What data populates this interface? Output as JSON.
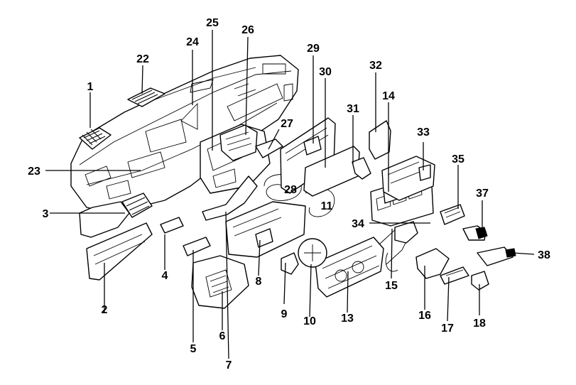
{
  "callouts": [
    {
      "id": "1",
      "label": "1"
    },
    {
      "id": "2",
      "label": "2"
    },
    {
      "id": "3",
      "label": "3"
    },
    {
      "id": "4",
      "label": "4"
    },
    {
      "id": "5",
      "label": "5"
    },
    {
      "id": "6",
      "label": "6"
    },
    {
      "id": "7",
      "label": "7"
    },
    {
      "id": "8",
      "label": "8"
    },
    {
      "id": "9",
      "label": "9"
    },
    {
      "id": "10",
      "label": "10"
    },
    {
      "id": "11",
      "label": "11"
    },
    {
      "id": "13",
      "label": "13"
    },
    {
      "id": "14",
      "label": "14"
    },
    {
      "id": "15",
      "label": "15"
    },
    {
      "id": "16",
      "label": "16"
    },
    {
      "id": "17",
      "label": "17"
    },
    {
      "id": "18",
      "label": "18"
    },
    {
      "id": "22",
      "label": "22"
    },
    {
      "id": "23",
      "label": "23"
    },
    {
      "id": "24",
      "label": "24"
    },
    {
      "id": "25",
      "label": "25"
    },
    {
      "id": "26",
      "label": "26"
    },
    {
      "id": "27",
      "label": "27"
    },
    {
      "id": "28",
      "label": "28"
    },
    {
      "id": "29",
      "label": "29"
    },
    {
      "id": "30",
      "label": "30"
    },
    {
      "id": "31",
      "label": "31"
    },
    {
      "id": "32",
      "label": "32"
    },
    {
      "id": "33",
      "label": "33"
    },
    {
      "id": "34",
      "label": "34"
    },
    {
      "id": "35",
      "label": "35"
    },
    {
      "id": "37",
      "label": "37"
    },
    {
      "id": "38",
      "label": "38"
    }
  ]
}
